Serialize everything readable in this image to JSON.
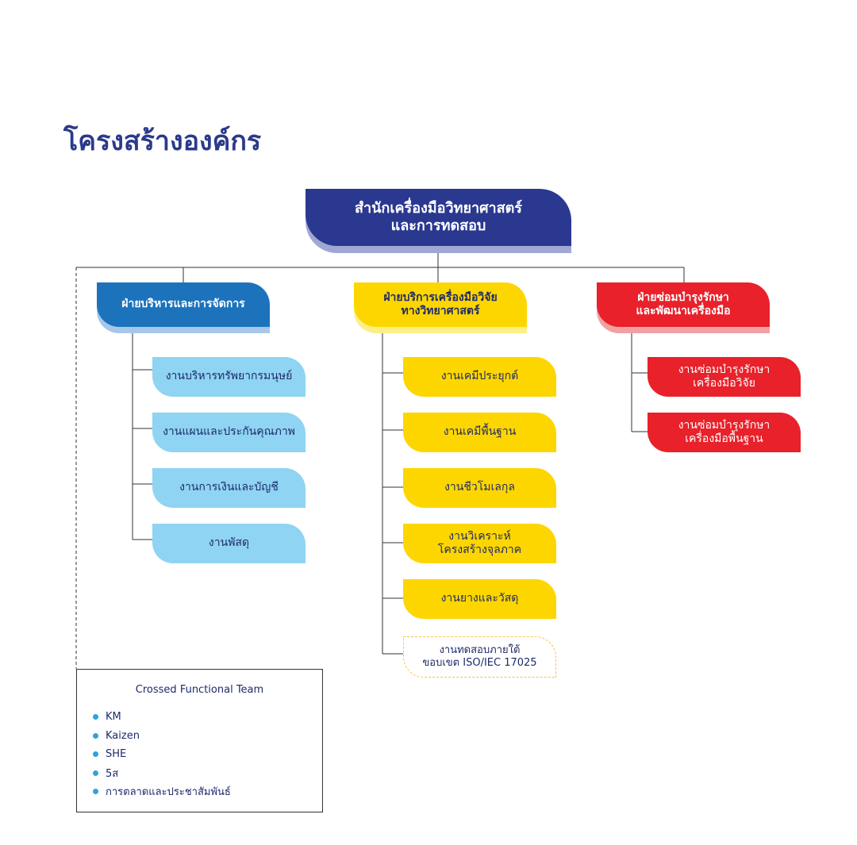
{
  "title": "โครงสร้างองค์กร",
  "top": {
    "line1": "สำนักเครื่องมือวิทยาศาสตร์",
    "line2": "และการทดสอบ"
  },
  "divisions": [
    {
      "line1": "ฝ่ายบริหารและการจัดการ",
      "line2": "",
      "color": "#1c73bc",
      "units": [
        {
          "line1": "งานบริหารทรัพยากรมนุษย์",
          "line2": ""
        },
        {
          "line1": "งานแผนและประกันคุณภาพ",
          "line2": ""
        },
        {
          "line1": "งานการเงินและบัญชี",
          "line2": ""
        },
        {
          "line1": "งานพัสดุ",
          "line2": ""
        }
      ]
    },
    {
      "line1": "ฝ่ายบริการเครื่องมือวิจัย",
      "line2": "ทางวิทยาศาสตร์",
      "color": "#fdd600",
      "units": [
        {
          "line1": "งานเคมีประยุกต์",
          "line2": ""
        },
        {
          "line1": "งานเคมีพื้นฐาน",
          "line2": ""
        },
        {
          "line1": "งานชีวโมเลกุล",
          "line2": ""
        },
        {
          "line1": "งานวิเคราะห์",
          "line2": "โครงสร้างจุลภาค"
        },
        {
          "line1": "งานยางและวัสดุ",
          "line2": ""
        },
        {
          "line1": "งานทดสอบภายใต้",
          "line2": "ขอบเขต ISO/IEC 17025"
        }
      ]
    },
    {
      "line1": "ฝ่ายซ่อมบำรุงรักษา",
      "line2": "และพัฒนาเครื่องมือ",
      "color": "#e8212a",
      "units": [
        {
          "line1": "งานซ่อมบำรุงรักษา",
          "line2": "เครื่องมือวิจัย"
        },
        {
          "line1": "งานซ่อมบำรุงรักษา",
          "line2": "เครื่องมือพื้นฐาน"
        }
      ]
    }
  ],
  "cross_functional": {
    "title": "Crossed Functional Team",
    "items": [
      "KM",
      "Kaizen",
      "SHE",
      "5ส",
      "การตลาดและประชาสัมพันธ์"
    ]
  },
  "colors": {
    "navy": "#2b3890",
    "blue": "#1c73bc",
    "light_blue": "#8fd4f2",
    "yellow": "#fdd600",
    "red": "#e8212a",
    "bullet": "#2fa3dc"
  }
}
